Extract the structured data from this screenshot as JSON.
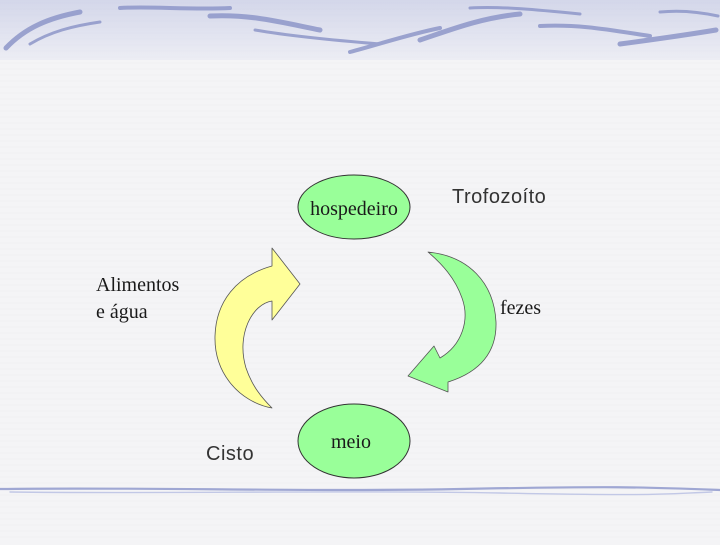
{
  "diagram": {
    "nodes": {
      "hospedeiro": "hospedeiro",
      "meio": "meio"
    },
    "labels": {
      "trofozoito": "Trofozoíto",
      "alimentos_line1": "Alimentos",
      "alimentos_line2": "e água",
      "fezes": "fezes",
      "cisto": "Cisto"
    },
    "colors": {
      "node_fill": "#99ff99",
      "left_arrow_fill": "#ffff99",
      "right_arrow_fill": "#99ff99",
      "border_accent": "#a7aed6"
    }
  }
}
